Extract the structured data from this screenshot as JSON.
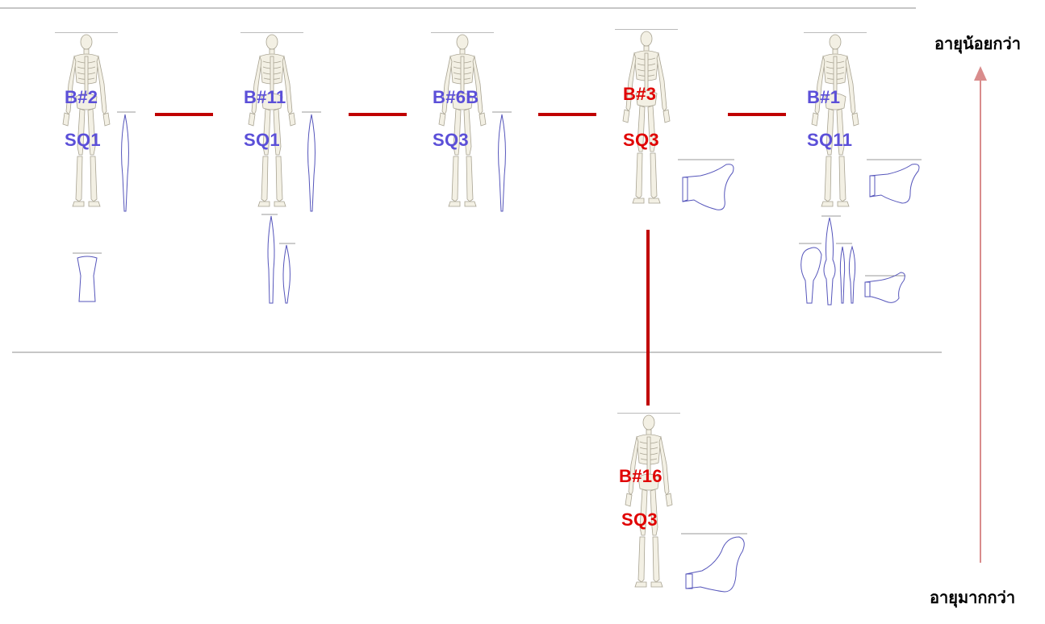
{
  "axis": {
    "top_label": "อายุน้อยกว่า",
    "bottom_label": "อายุมากกว่า",
    "arrow_color": "#d98c8c"
  },
  "colors": {
    "blue_label": "#5b4fd8",
    "red_label": "#e00000",
    "connector": "#c00000"
  },
  "burials": [
    {
      "id": "B#2",
      "sq": "SQ1",
      "color": "blue"
    },
    {
      "id": "B#11",
      "sq": "SQ1",
      "color": "blue"
    },
    {
      "id": "B#6B",
      "sq": "SQ3",
      "color": "blue"
    },
    {
      "id": "B#3",
      "sq": "SQ3",
      "color": "red"
    },
    {
      "id": "B#1",
      "sq": "SQ11",
      "color": "blue"
    },
    {
      "id": "B#16",
      "sq": "SQ3",
      "color": "red"
    }
  ]
}
